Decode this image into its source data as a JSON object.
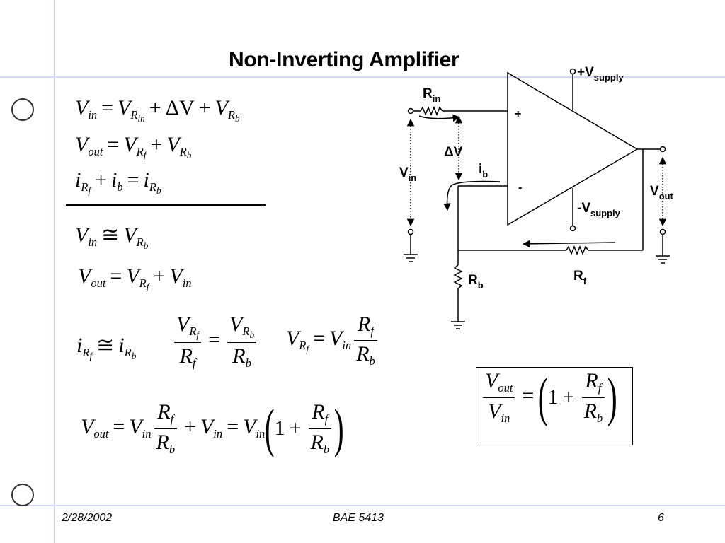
{
  "title": "Non-Inverting Amplifier",
  "footer": {
    "date": "2/28/2002",
    "course": "BAE 5413",
    "page": "6"
  },
  "circuit": {
    "labels": {
      "v_supply_pos": "+V",
      "v_supply_pos_sub": "supply",
      "v_supply_neg": "-V",
      "v_supply_neg_sub": "supply",
      "r_in": "R",
      "r_in_sub": "in",
      "delta_v": "ΔV",
      "i_b": "i",
      "i_b_sub": "b",
      "v_in": "V",
      "v_in_sub": "in",
      "v_out": "V",
      "v_out_sub": "out",
      "r_b": "R",
      "r_b_sub": "b",
      "r_f": "R",
      "r_f_sub": "f",
      "plus": "+",
      "minus": "-"
    }
  },
  "sym": {
    "V": "V",
    "i": "i",
    "R": "R",
    "one": "1",
    "eq": "=",
    "plus": "+",
    "approx": "≅",
    "delta_v": "ΔV",
    "in": "in",
    "out": "out",
    "b": "b",
    "f": "f",
    "R_sub": "R",
    "lp": "(",
    "rp": ")"
  }
}
